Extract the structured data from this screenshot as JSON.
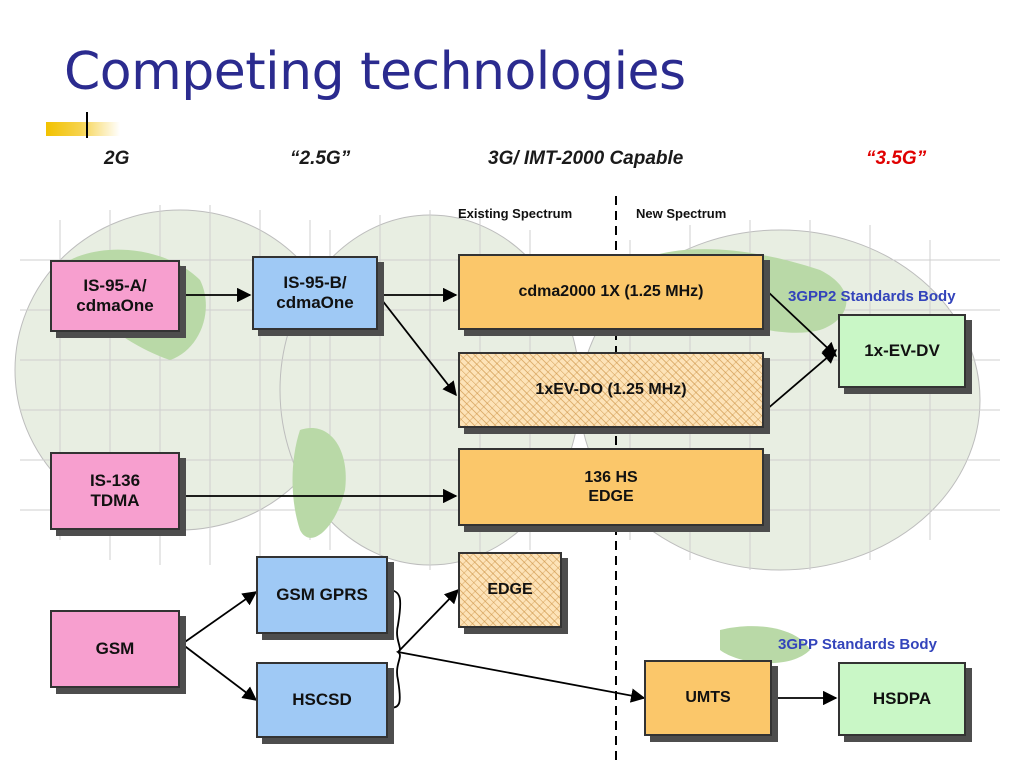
{
  "title": "Competing technologies",
  "eras": {
    "g2": "2G",
    "g25": "“2.5G”",
    "g3": "3G/ IMT-2000 Capable",
    "g35": "“3.5G”"
  },
  "spectrum": {
    "existing": "Existing Spectrum",
    "new": "New Spectrum"
  },
  "standards_bodies": {
    "b3gpp2": "3GPP2 Standards Body",
    "b3gpp": "3GPP Standards Body"
  },
  "boxes": {
    "is95a": "IS-95-A/\ncdmaOne",
    "is95b": "IS-95-B/\ncdmaOne",
    "cdma2000": "cdma2000 1X (1.25 MHz)",
    "evdo": "1xEV-DO (1.25 MHz)",
    "evdv": "1x-EV-DV",
    "is136": "IS-136\nTDMA",
    "hs136": "136 HS\nEDGE",
    "gprs": "GSM GPRS",
    "edge": "EDGE",
    "gsm": "GSM",
    "hscsd": "HSCSD",
    "umts": "UMTS",
    "hsdpa": "HSDPA"
  },
  "colors": {
    "title": "#2b2b8f",
    "tier_2g": "#f79fcf",
    "tier_25g": "#9fc9f5",
    "tier_3g": "#fbc76a",
    "tier_35g": "#c9f7c6",
    "standards_body": "#3344bb",
    "era_35g": "#e00000"
  }
}
